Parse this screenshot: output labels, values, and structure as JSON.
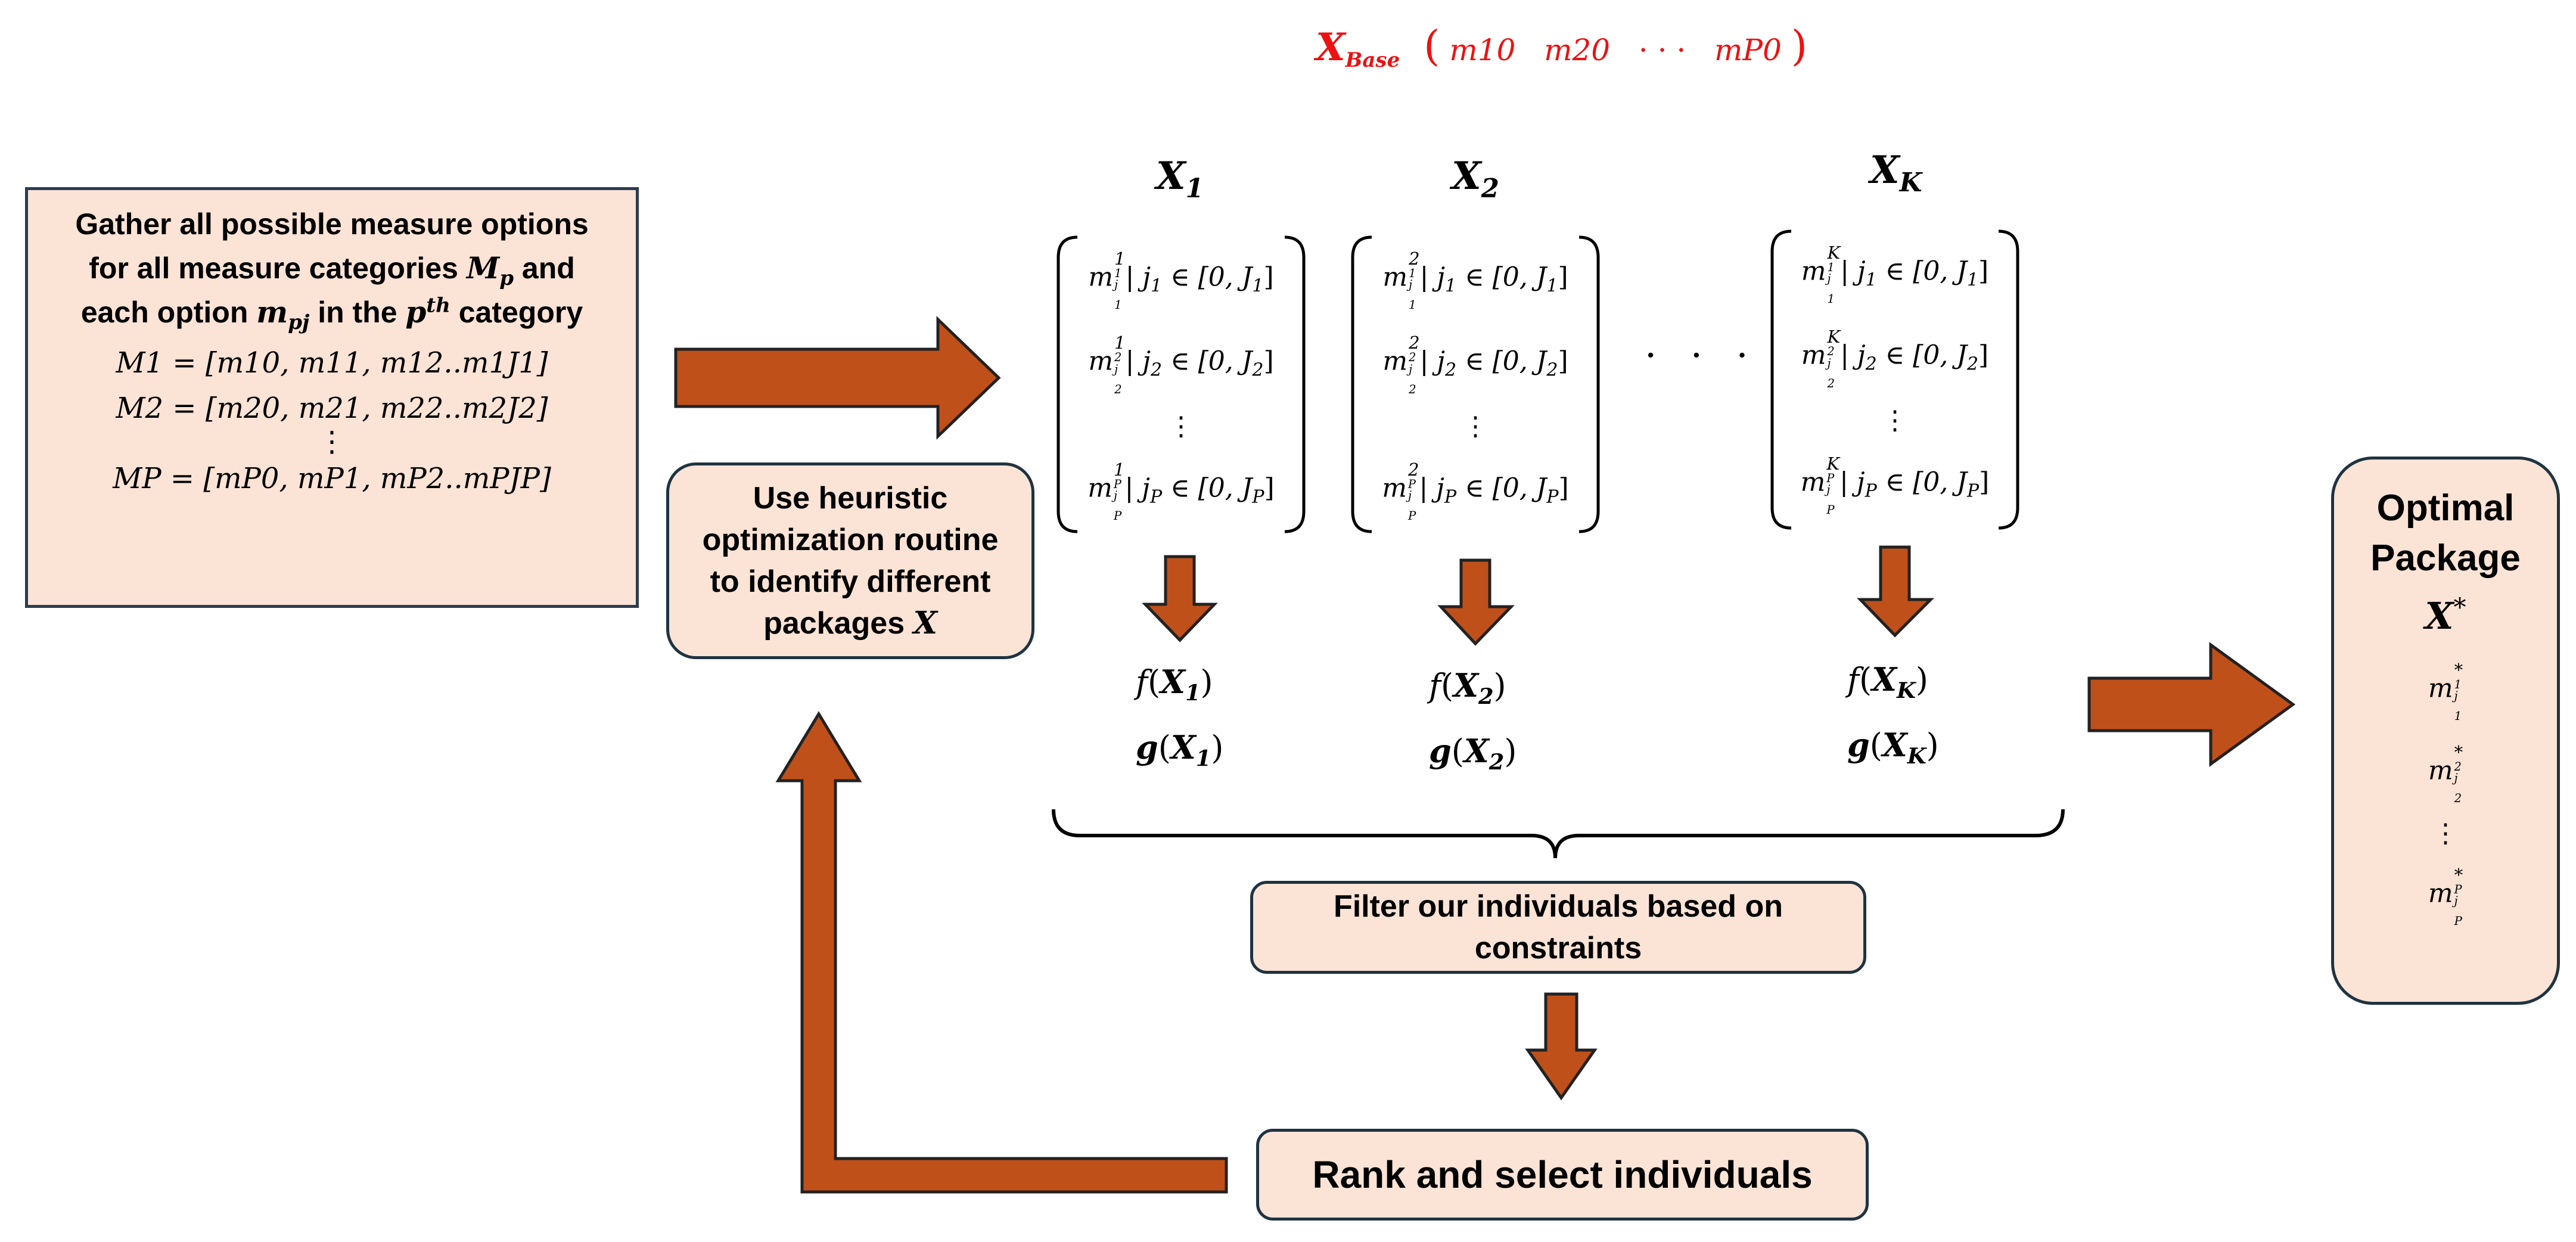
{
  "colors": {
    "box_fill": "#fbe3d6",
    "box_border": "#1f3340",
    "arrow_fill": "#c0501a",
    "arrow_stroke": "#222222",
    "base_text": "#ee1111"
  },
  "base": {
    "label": "X",
    "label_sub": "Base",
    "entries": [
      "m10",
      "m20",
      "· · ·",
      "mP0"
    ]
  },
  "gather": {
    "lines": [
      "Gather all possible measure options",
      "for all measure categories",
      "and",
      "each option",
      "in the",
      "category"
    ],
    "math": {
      "Mp": "M",
      "p_sub": "p",
      "mpj": "m",
      "pj_sub": "pj",
      "p_th": "p",
      "th_sup": "th"
    },
    "rows": [
      "M1 = [m10, m11, m12..m1J1]",
      "M2 = [m20, m21, m22..m2J2]",
      "MP = [mP0, mP1, mP2..mPJP]"
    ],
    "vdots": "⋮"
  },
  "heuristic": {
    "lines": [
      "Use heuristic",
      "optimization routine",
      "to identify different",
      "packages"
    ],
    "var": "X"
  },
  "packages": [
    {
      "head": "X",
      "sub": "1",
      "sup": "1",
      "f": "f",
      "g": "g"
    },
    {
      "head": "X",
      "sub": "2",
      "sup": "2",
      "f": "f",
      "g": "g"
    },
    {
      "head": "X",
      "sub": "K",
      "sup": "K",
      "f": "f",
      "g": "g"
    }
  ],
  "matrix_rows": {
    "r1": {
      "m": "m",
      "jsub": "j",
      "jsub_sub": "1",
      "idx": "1",
      "cond": "| j",
      "cond_sub": "1",
      "range": " ∈ [0, J",
      "range_sub": "1",
      "close": "]"
    },
    "r2": {
      "m": "m",
      "jsub": "j",
      "jsub_sub": "2",
      "idx": "2",
      "cond": "| j",
      "cond_sub": "2",
      "range": " ∈ [0, J",
      "range_sub": "2",
      "close": "]"
    },
    "r3": {
      "m": "m",
      "jsub": "j",
      "jsub_sub": "P",
      "idx": "P",
      "cond": "| j",
      "cond_sub": "P",
      "range": " ∈ [0, J",
      "range_sub": "P",
      "close": "]"
    }
  },
  "ellipsis": "· · ·",
  "filter": {
    "lines": [
      "Filter our individuals based on",
      "constraints"
    ]
  },
  "rank": {
    "label": "Rank and select individuals"
  },
  "optimal": {
    "lines": [
      "Optimal",
      "Package"
    ],
    "var": "X",
    "var_sup": "*",
    "entries": [
      {
        "m": "m",
        "sup": "*",
        "idx": "1",
        "j": "j",
        "j_sub": "1"
      },
      {
        "m": "m",
        "sup": "*",
        "idx": "2",
        "j": "j",
        "j_sub": "2"
      },
      {
        "m": "m",
        "sup": "*",
        "idx": "P",
        "j": "j",
        "j_sub": "P"
      }
    ]
  }
}
